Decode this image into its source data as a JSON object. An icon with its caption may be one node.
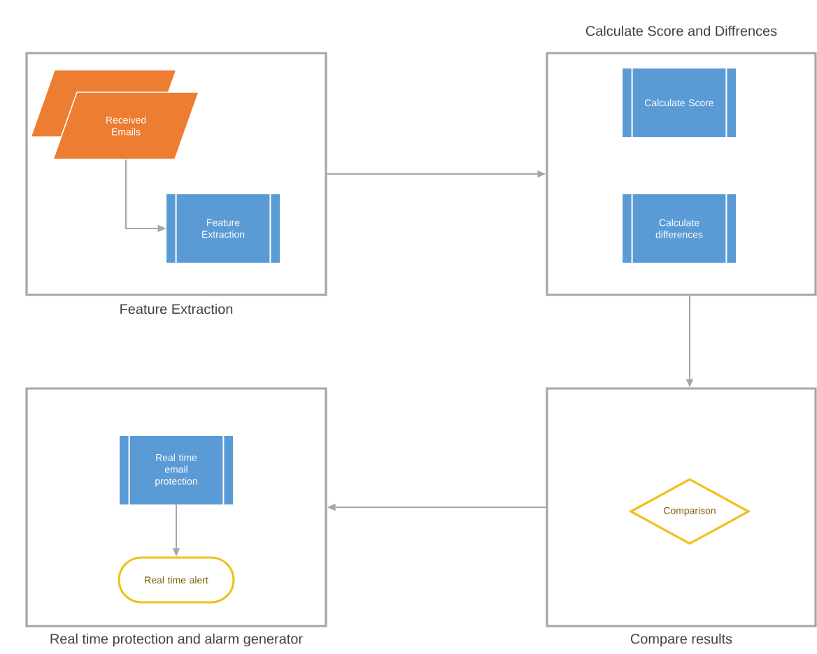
{
  "diagram": {
    "nodes": [
      {
        "text": [
          "Feature Extraction"
        ]
      },
      {
        "text": [
          "Received Emails"
        ],
        "in": 0
      },
      {
        "text": [
          "Feature Extraction"
        ],
        "in": 0
      },
      {
        "text": [
          "Calculate Score and Diffrences"
        ]
      },
      {
        "text": [
          "Calculate Score"
        ],
        "in": 3
      },
      {
        "text": [
          "Calculate differences"
        ],
        "in": 3
      },
      {
        "text": [
          "Compare results"
        ]
      },
      {
        "text": [
          "Comparison"
        ],
        "in": 6
      },
      {
        "text": [
          "Real time protection and alarm generator"
        ]
      },
      {
        "text": [
          "Real time email protection"
        ],
        "in": 8
      },
      {
        "text": [
          "Real time alert"
        ],
        "in": 8
      }
    ],
    "edges": [
      {
        "from": 1,
        "to": 2,
        "arrow": "to"
      },
      {
        "from": 0,
        "to": 3,
        "arrow": "to"
      },
      {
        "from": 3,
        "to": 6,
        "arrow": "to"
      },
      {
        "from": 6,
        "to": 8,
        "arrow": "to"
      },
      {
        "from": 9,
        "to": 10,
        "arrow": "to"
      }
    ]
  }
}
